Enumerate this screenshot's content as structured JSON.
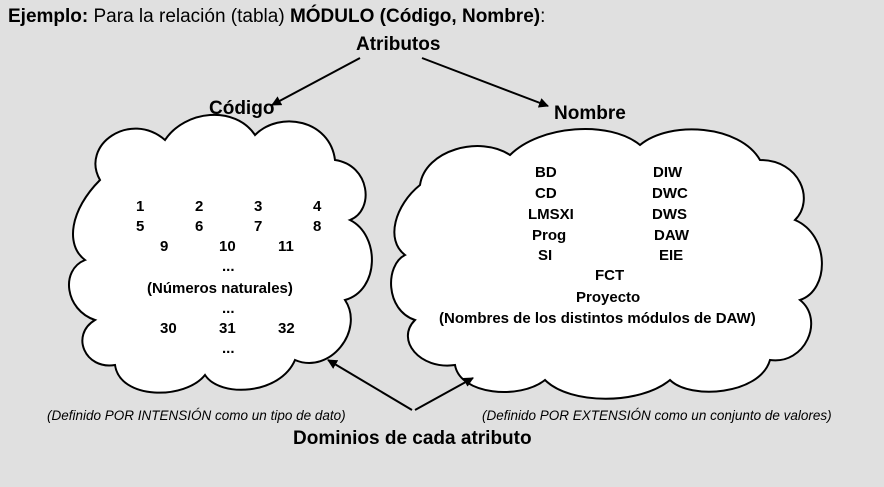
{
  "title": {
    "bold1": "Ejemplo:",
    "plain": " Para la relación (tabla) ",
    "bold2": "MÓDULO (Código, Nombre)",
    "tail": ":"
  },
  "attributes_label": "Atributos",
  "codigo": {
    "label": "Código",
    "rows": [
      [
        "1",
        "2",
        "3",
        "4"
      ],
      [
        "5",
        "6",
        "7",
        "8"
      ],
      [
        "9",
        "10",
        "11"
      ]
    ],
    "ellipsis_top": "...",
    "description": "(Números naturales)",
    "ellipsis_mid": "...",
    "row_last": [
      "30",
      "31",
      "32"
    ],
    "ellipsis_bottom": "..."
  },
  "nombre": {
    "label": "Nombre",
    "left_col": [
      "BD",
      "CD",
      "LMSXI",
      "Prog",
      "SI"
    ],
    "right_col": [
      "DIW",
      "DWC",
      "DWS",
      "DAW",
      "EIE"
    ],
    "center": [
      "FCT",
      "Proyecto"
    ],
    "description": "(Nombres de los distintos módulos de DAW)"
  },
  "note_left": "(Definido POR INTENSIÓN como un tipo de dato)",
  "note_right": "(Definido POR EXTENSIÓN como un conjunto de valores)",
  "domains_label": "Dominios de cada atributo"
}
